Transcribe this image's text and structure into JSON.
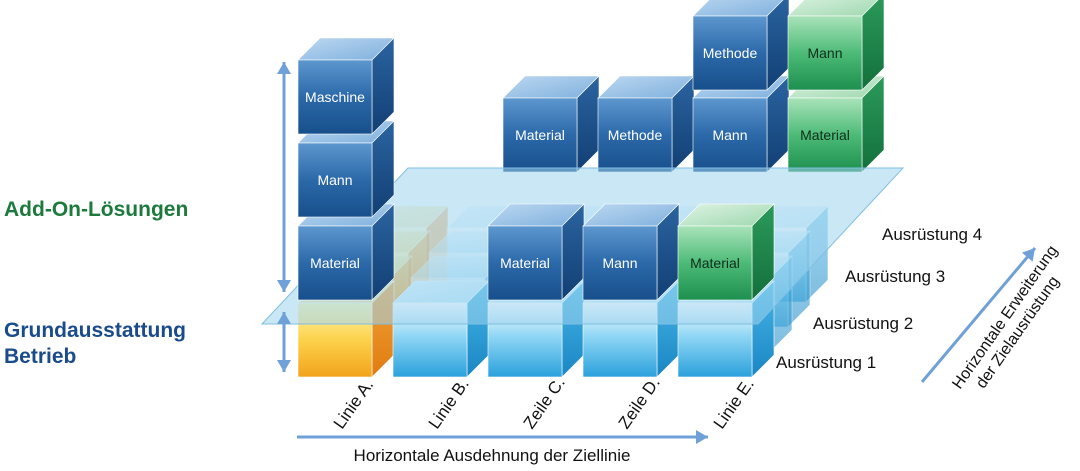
{
  "labels": {
    "addon": "Add-On-Lösungen",
    "base_line1": "Grundausstattung",
    "base_line2": "Betrieb",
    "x_axis": "Horizontale Ausdehnung der Ziellinie",
    "z_axis_line1": "Horizontale Erweiterung",
    "z_axis_line2": "der Zielausrüstung"
  },
  "columns": [
    "Linie A.",
    "Linie B.",
    "Zeile C.",
    "Zeile D.",
    "Linie E."
  ],
  "rows": [
    "Ausrüstung 1",
    "Ausrüstung 2",
    "Ausrüstung 3",
    "Ausrüstung 4"
  ],
  "add_on_cubes": [
    {
      "column": "Linie A.",
      "row": "Ausrüstung 1",
      "stack": [
        "Material",
        "Mann",
        "Maschine"
      ],
      "color": "blue"
    },
    {
      "column": "Zeile C.",
      "row": "Ausrüstung 1",
      "stack": [
        "Material"
      ],
      "color": "blue"
    },
    {
      "column": "Zeile D.",
      "row": "Ausrüstung 1",
      "stack": [
        "Mann"
      ],
      "color": "blue"
    },
    {
      "column": "Linie E.",
      "row": "Ausrüstung 1",
      "stack": [
        "Material"
      ],
      "color": "green"
    },
    {
      "column": "Linie B.",
      "row": "Ausrüstung 4",
      "stack": [
        "Material"
      ],
      "color": "blue"
    },
    {
      "column": "Zeile C.",
      "row": "Ausrüstung 4",
      "stack": [
        "Methode"
      ],
      "color": "blue"
    },
    {
      "column": "Zeile D.",
      "row": "Ausrüstung 4",
      "stack": [
        "Mann",
        "Methode"
      ],
      "color": "blue"
    },
    {
      "column": "Linie E.",
      "row": "Ausrüstung 4",
      "stack": [
        "Material",
        "Mann"
      ],
      "color": "green"
    }
  ],
  "colors": {
    "base_cube": "#5ec3ee",
    "base_cube_first": "#f2a21b",
    "addon_blue": "#1f5d9c",
    "addon_green": "#23a45e",
    "plane": "#9fd3ef",
    "arrow": "#6fa0d8",
    "addon_text": "#1e7a3c",
    "base_text": "#1a4c8c"
  }
}
